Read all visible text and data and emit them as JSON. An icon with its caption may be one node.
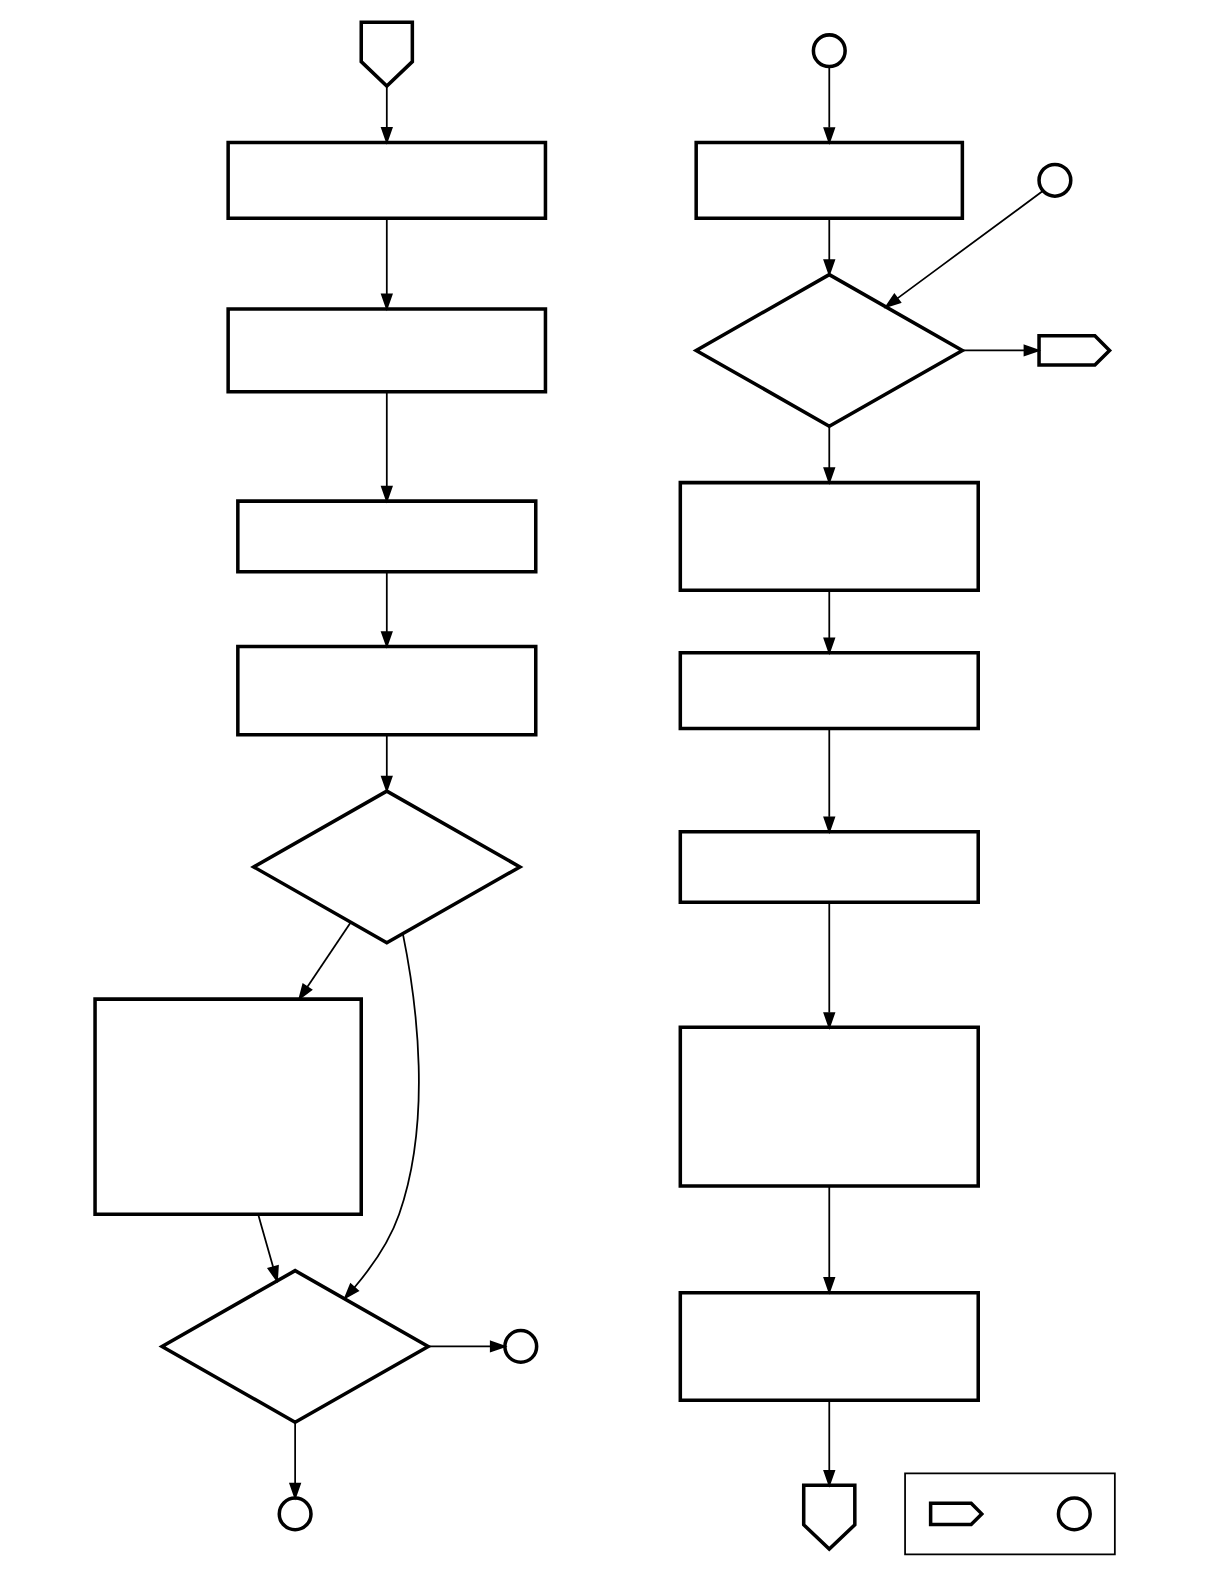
{
  "diagram": {
    "nodes": [
      {
        "text": [],
        "shape": "pentagon"
      },
      {
        "text": [],
        "shape": "box"
      },
      {
        "text": [],
        "shape": "box"
      },
      {
        "text": [],
        "shape": "box"
      },
      {
        "text": [],
        "shape": "box"
      },
      {
        "text": [],
        "shape": "diamond"
      },
      {
        "text": [],
        "shape": "box"
      },
      {
        "text": [],
        "shape": "diamond"
      },
      {
        "text": [],
        "shape": "circle"
      },
      {
        "text": [],
        "shape": "circle"
      },
      {
        "text": [],
        "shape": "circle"
      },
      {
        "text": [],
        "shape": "box"
      },
      {
        "text": [],
        "shape": "circle"
      },
      {
        "text": [],
        "shape": "diamond"
      },
      {
        "text": [],
        "shape": "pentagon"
      },
      {
        "text": [],
        "shape": "box"
      },
      {
        "text": [],
        "shape": "box"
      },
      {
        "text": [],
        "shape": "box"
      },
      {
        "text": [],
        "shape": "box"
      },
      {
        "text": [],
        "shape": "box"
      },
      {
        "text": [],
        "shape": "pentagon"
      },
      {
        "text": [],
        "shape": "box"
      },
      {
        "text": [],
        "shape": "pentagon",
        "in": 21
      },
      {
        "text": [],
        "shape": "circle",
        "in": 21
      }
    ],
    "edges": [
      {
        "from": 0,
        "to": 1,
        "arrow": "to"
      },
      {
        "from": 1,
        "to": 2,
        "arrow": "to"
      },
      {
        "from": 2,
        "to": 3,
        "arrow": "to"
      },
      {
        "from": 3,
        "to": 4,
        "arrow": "to"
      },
      {
        "from": 4,
        "to": 5,
        "arrow": "to"
      },
      {
        "from": 5,
        "to": 6,
        "arrow": "to"
      },
      {
        "from": 6,
        "to": 7,
        "arrow": "to"
      },
      {
        "from": 5,
        "to": 7,
        "arrow": "to"
      },
      {
        "from": 7,
        "to": 9,
        "arrow": "to"
      },
      {
        "from": 7,
        "to": 8,
        "arrow": "to"
      },
      {
        "from": 10,
        "to": 11,
        "arrow": "to"
      },
      {
        "from": 11,
        "to": 13,
        "arrow": "to"
      },
      {
        "from": 12,
        "to": 13,
        "arrow": "to"
      },
      {
        "from": 13,
        "to": 14,
        "arrow": "to"
      },
      {
        "from": 13,
        "to": 15,
        "arrow": "to"
      },
      {
        "from": 15,
        "to": 16,
        "arrow": "to"
      },
      {
        "from": 16,
        "to": 17,
        "arrow": "to"
      },
      {
        "from": 17,
        "to": 18,
        "arrow": "to"
      },
      {
        "from": 18,
        "to": 19,
        "arrow": "to"
      },
      {
        "from": 19,
        "to": 20,
        "arrow": "to"
      }
    ]
  }
}
